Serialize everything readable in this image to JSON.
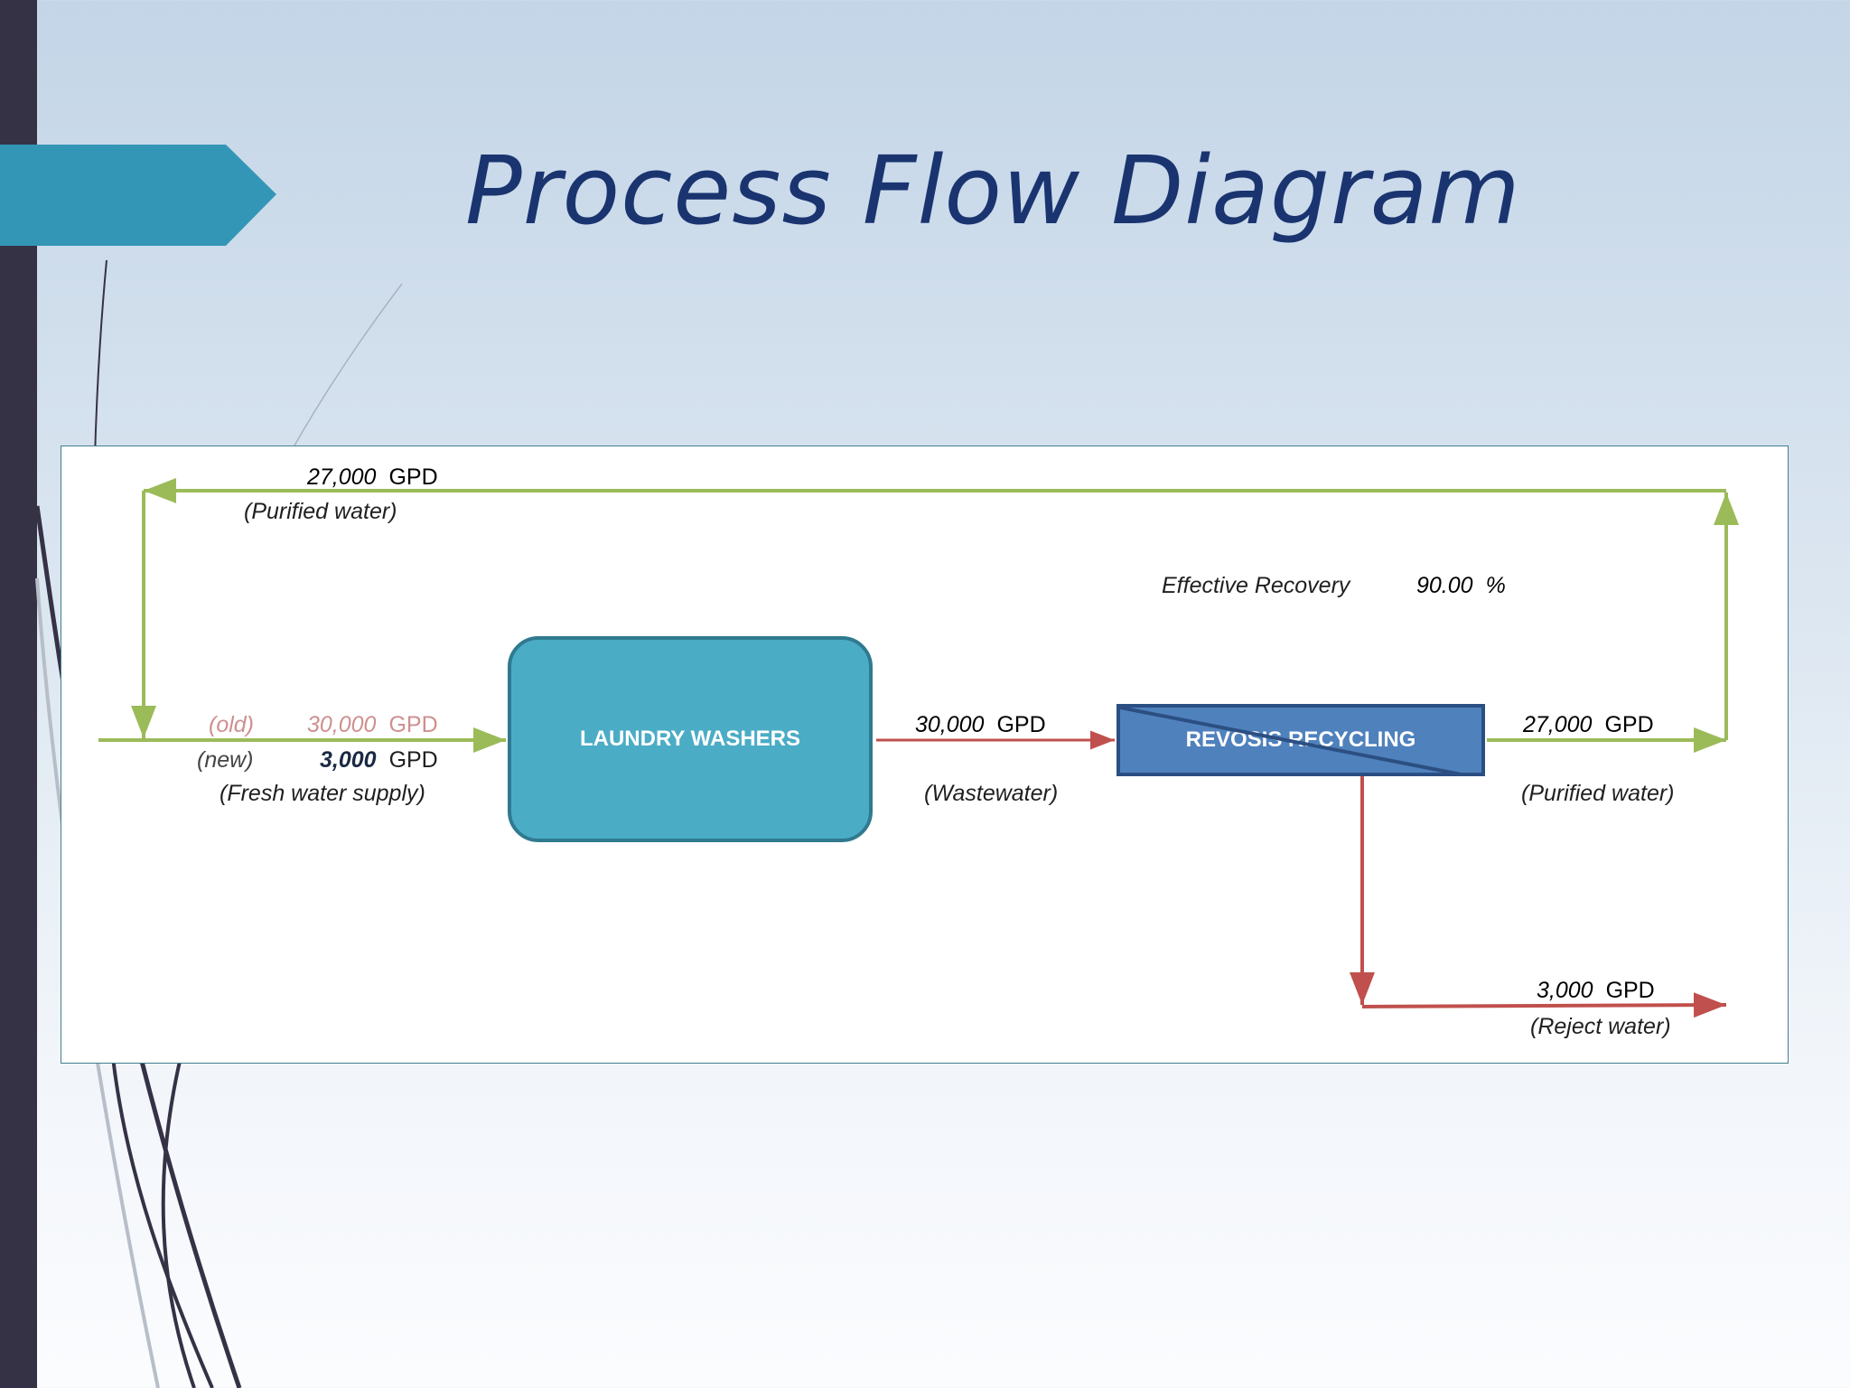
{
  "slide": {
    "title": "Process Flow Diagram",
    "colors": {
      "accent": "#3496b6",
      "title": "#1a3470",
      "dark_bar": "#353246"
    }
  },
  "diagram": {
    "colors": {
      "purified_line": "#9bbb59",
      "waste_line": "#c0504d",
      "laundry_fill": "#4bacc6",
      "recycling_fill": "#4f81bd"
    },
    "recycle_loop": {
      "value": "27,000",
      "unit": "GPD",
      "caption": "(Purified water)"
    },
    "effective_recovery": {
      "label": "Effective Recovery",
      "value": "90.00",
      "unit": "%"
    },
    "fresh_supply": {
      "old_label": "(old)",
      "old_value": "30,000",
      "old_unit": "GPD",
      "new_label": "(new)",
      "new_value": "3,000",
      "new_unit": "GPD",
      "caption": "(Fresh water supply)"
    },
    "laundry_washers": {
      "label": "LAUNDRY WASHERS"
    },
    "wastewater": {
      "value": "30,000",
      "unit": "GPD",
      "caption": "(Wastewater)"
    },
    "recycling": {
      "label": "REVOSIS RECYCLING"
    },
    "purified_output": {
      "value": "27,000",
      "unit": "GPD",
      "caption": "(Purified water)"
    },
    "reject_water": {
      "value": "3,000",
      "unit": "GPD",
      "caption": "(Reject water)"
    }
  }
}
